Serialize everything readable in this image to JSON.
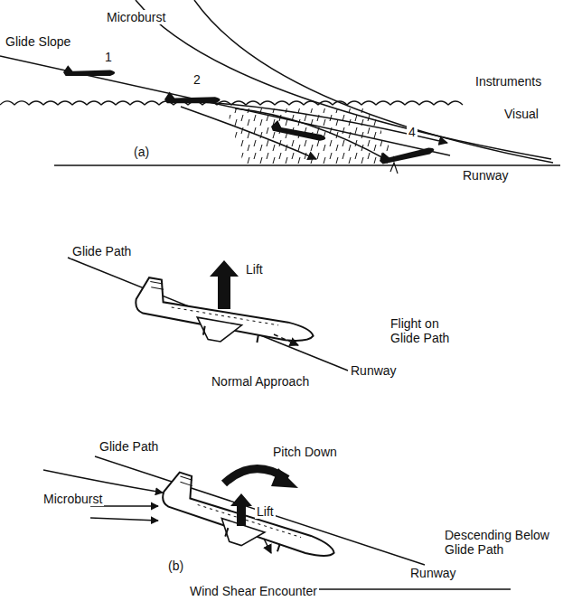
{
  "diagram": {
    "labels": [
      "Glide Slope",
      "1",
      "Microburst",
      "2",
      "Instruments",
      "Visual",
      "(a)",
      "4",
      "Runway",
      "Glide Path",
      "Lift",
      "Flight on Glide Path",
      "Runway",
      "Normal Approach",
      "Glide Path",
      "Pitch Down",
      "Microburst",
      "Lift",
      "Descending Below Glide Path",
      "Runway",
      "(b)",
      "Wind Shear Encounter"
    ]
  }
}
